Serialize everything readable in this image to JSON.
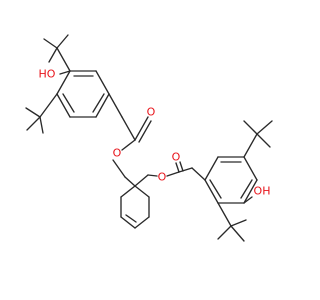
{
  "molecule": {
    "labels": {
      "ring_oxygen": "O",
      "hydroxyl": "HO",
      "hydroxyl_right": "OH"
    },
    "colors": {
      "bond": "#2a2a2a",
      "oxygen": "#e8141b",
      "background": "#ffffff"
    }
  }
}
